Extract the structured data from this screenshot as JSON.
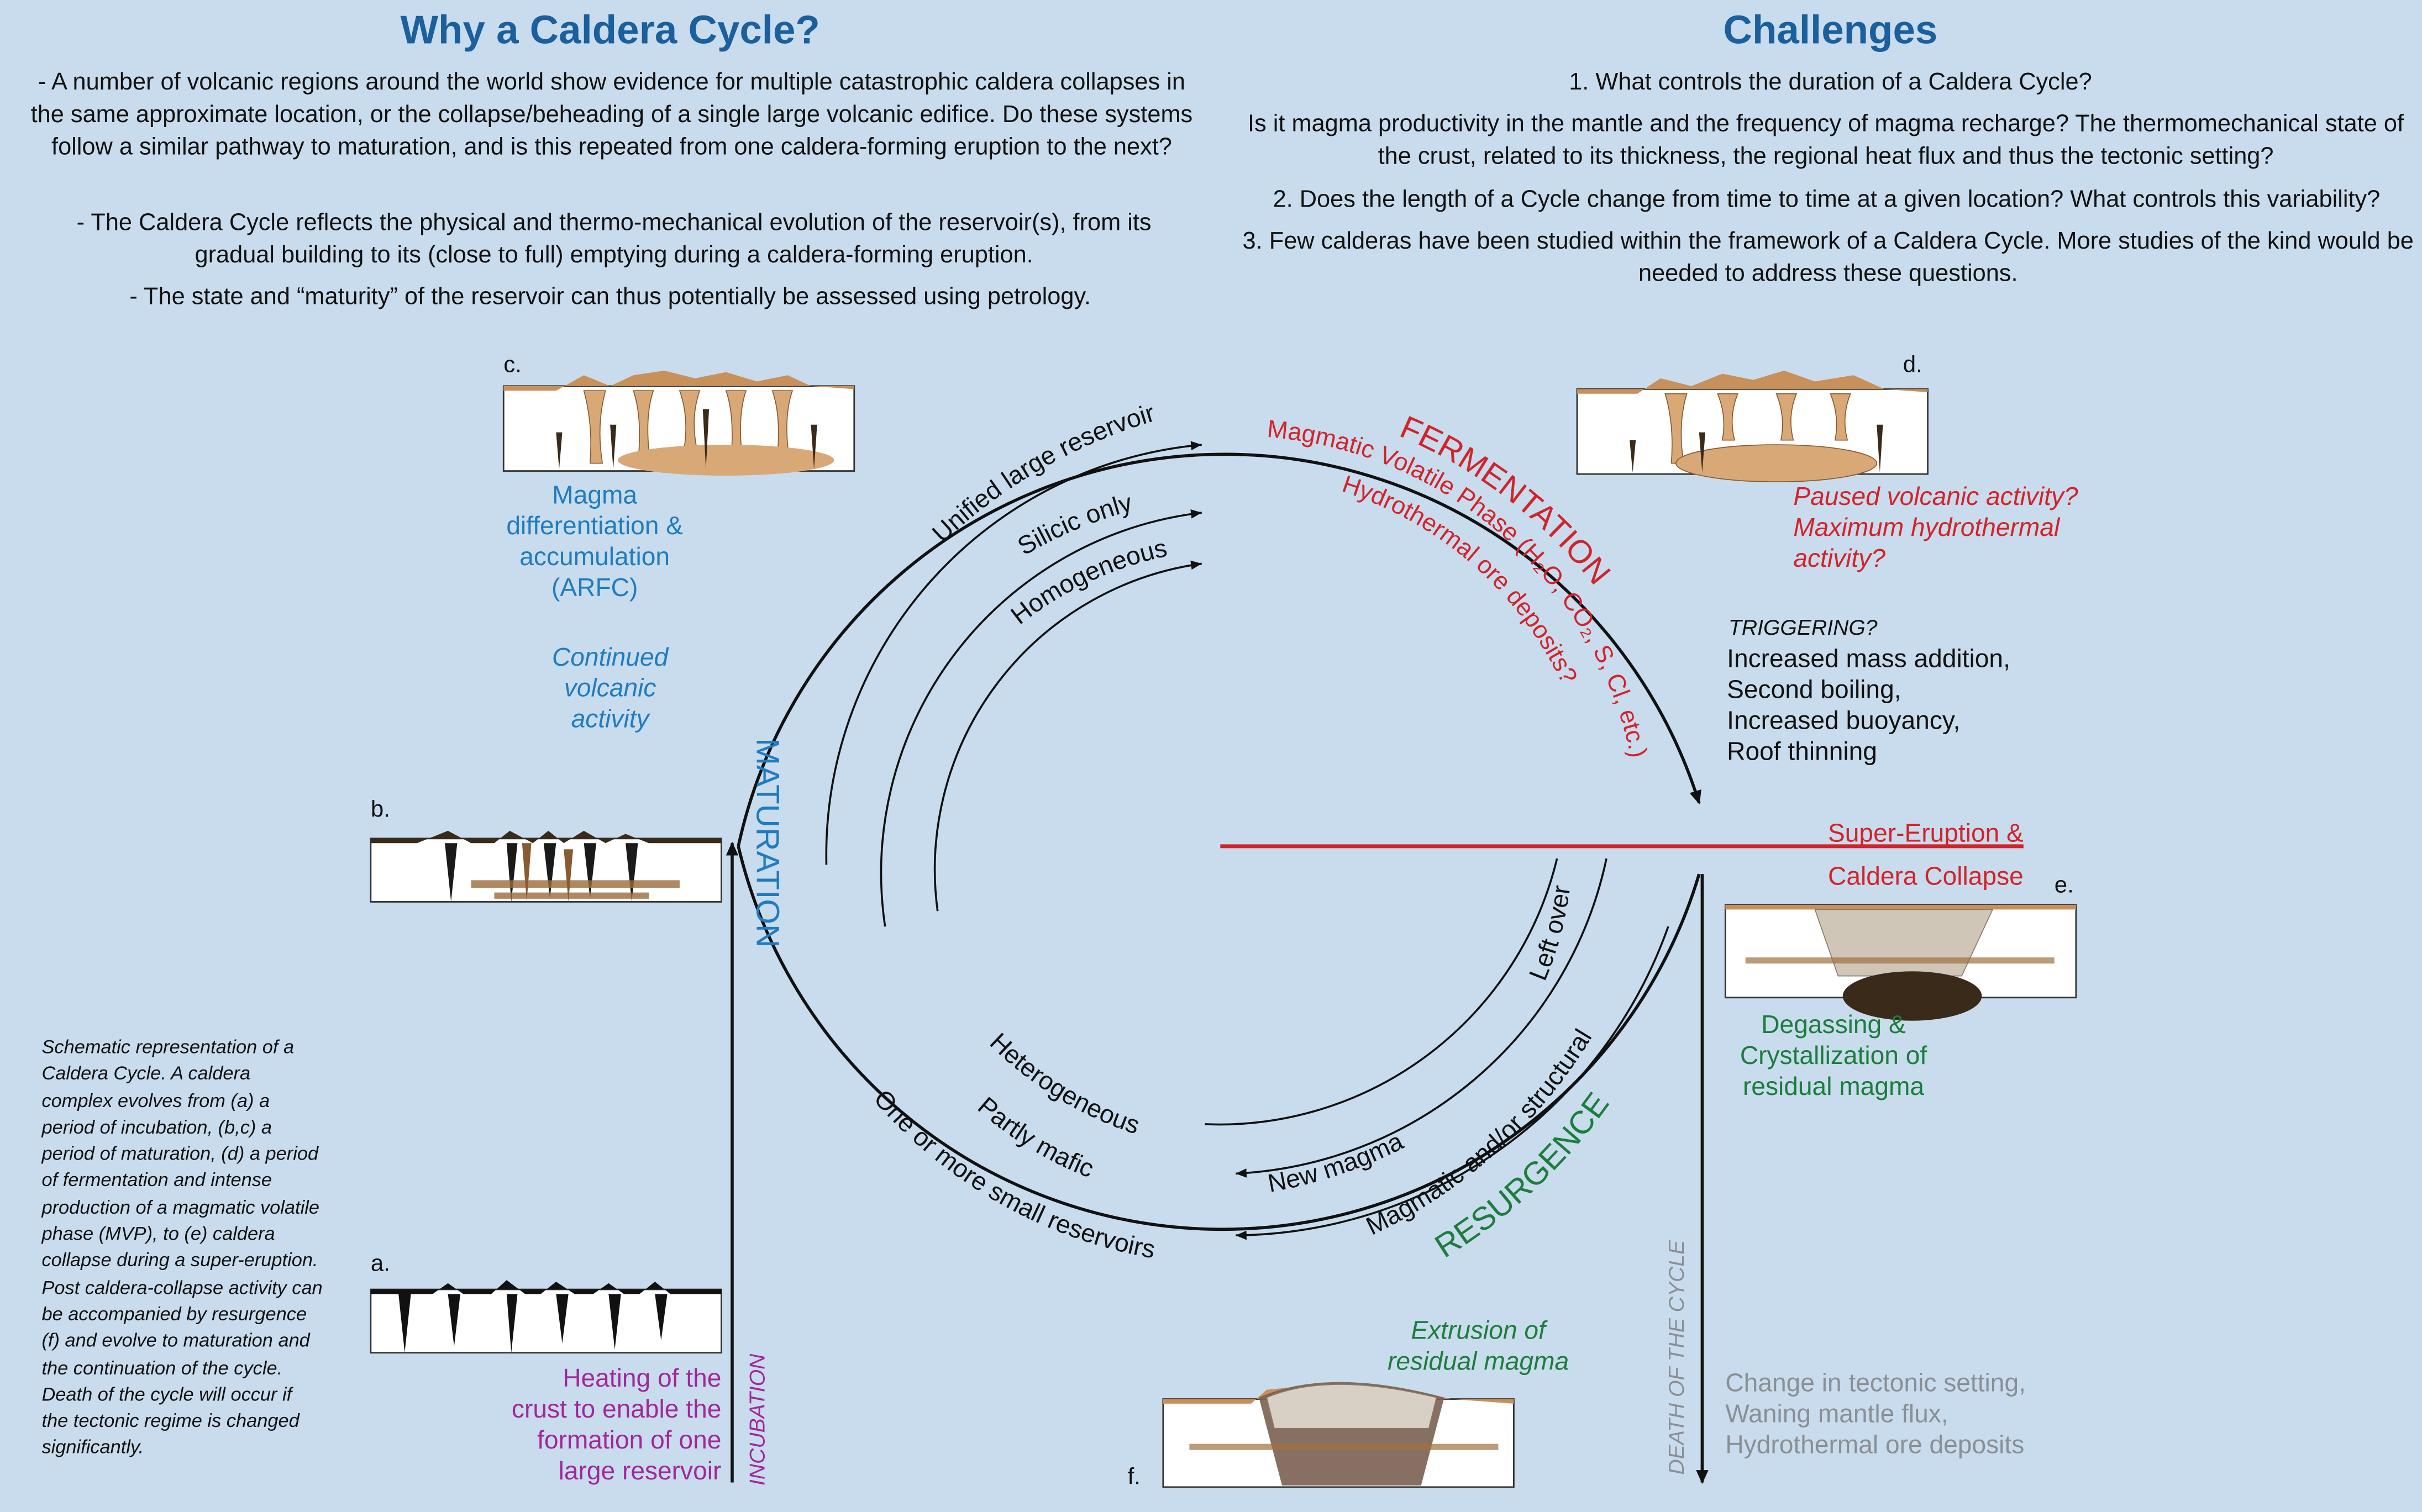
{
  "colors": {
    "background": "#c9dced",
    "heading": "#1b5f9c",
    "blue": "#1f7cc0",
    "red": "#d2232a",
    "green": "#1c7d3c",
    "purple": "#a0289a",
    "grey": "#8a8f94"
  },
  "headings": {
    "why": "Why a Caldera Cycle?",
    "challenges": "Challenges"
  },
  "why_paragraphs": [
    "- A number of volcanic regions around the world show evidence for multiple catastrophic caldera collapses in the same approximate location, or the collapse/beheading of a single large volcanic edifice. Do these systems follow a similar pathway to maturation, and is this repeated from one caldera-forming eruption to the next?",
    "- The Caldera Cycle reflects the physical and thermo-mechanical evolution of the reservoir(s), from its gradual building to its (close to full) emptying during a caldera-forming eruption.",
    "- The state and “maturity” of the reservoir can thus potentially be assessed using petrology."
  ],
  "challenges": [
    "1. What controls the duration of a Caldera Cycle?",
    "Is it magma productivity in the mantle and the frequency of magma recharge? The thermomechanical state of the crust, related to its thickness, the regional heat flux and thus the tectonic setting?",
    "2. Does the length of a Cycle change from time to time at a given location? What controls this variability?",
    "3. Few calderas have been studied within the framework of a Caldera Cycle. More studies of the kind would be needed to address these questions."
  ],
  "panel_labels": {
    "a": "a.",
    "b": "b.",
    "c": "c.",
    "d": "d.",
    "e": "e.",
    "f": "f."
  },
  "stages": {
    "incubation": "INCUBATION",
    "maturation": "MATURATION",
    "fermentation": "FERMENTATION",
    "resurgence": "RESURGENCE",
    "death": "DEATH OF THE CYCLE"
  },
  "arc_labels": {
    "outer_upper": "Unified large reservoir",
    "middle_upper": "Silicic only",
    "inner_upper": "Homogeneous",
    "outer_lower": "One or more small reservoirs",
    "middle_lower": "Partly mafic",
    "inner_lower": "Heterogeneous",
    "left_over": "Left over",
    "new_magma": "New magma",
    "structural": "Magmatic and/or structural"
  },
  "fermentation_notes": {
    "mvp": "Magmatic Volatile Phase (H₂O, CO₂, S, Cl, etc.)",
    "ore": "Hydrothermal ore deposits?"
  },
  "annotations": {
    "arfc": [
      "Magma",
      "differentiation &",
      "accumulation",
      "(ARFC)"
    ],
    "continued": [
      "Continued",
      "volcanic",
      "activity"
    ],
    "paused": [
      "Paused volcanic activity?",
      "Maximum hydrothermal",
      "activity?"
    ],
    "triggering_title": "TRIGGERING?",
    "triggering": [
      "Increased mass addition,",
      "Second boiling,",
      "Increased buoyancy,",
      "Roof thinning"
    ],
    "super_eruption": [
      "Super-Eruption &",
      "Caldera Collapse"
    ],
    "degassing": [
      "Degassing &",
      "Crystallization of",
      "residual magma"
    ],
    "extrusion": [
      "Extrusion of",
      "residual magma"
    ],
    "heating": [
      "Heating of the",
      "crust to enable the",
      "formation of one",
      "large reservoir"
    ],
    "death_causes": [
      "Change in tectonic setting,",
      "Waning mantle flux,",
      "Hydrothermal ore deposits"
    ]
  },
  "caption": "Schematic representation of a Caldera Cycle. A caldera complex evolves from (a) a period of incubation, (b,c) a period of maturation, (d) a period of fermentation and intense production of a magmatic volatile phase (MVP), to (e) caldera collapse during a super-eruption. Post caldera-collapse activity can be accompanied by resurgence (f) and evolve to maturation and the continuation of the cycle. Death of the cycle will occur if the tectonic regime is changed significantly."
}
